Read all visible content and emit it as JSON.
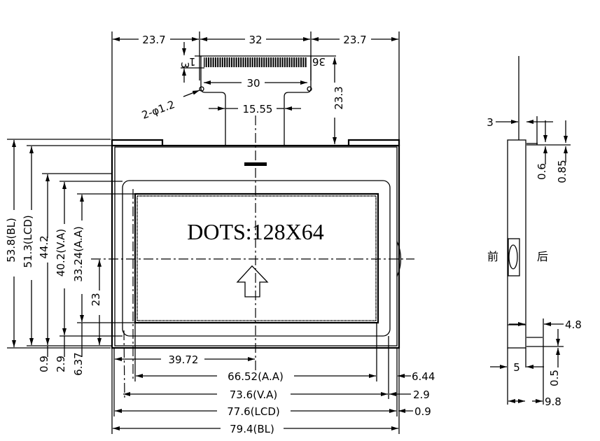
{
  "front_view": {
    "display_text": "DOTS:128X64",
    "top_dims": {
      "left": "23.7",
      "center": "32",
      "right": "23.7"
    },
    "fpc": {
      "pin_first": "1",
      "pin_last": "36",
      "pitch_height": "3",
      "hole_spacing": "30",
      "holes": "2-φ1.2",
      "tail_width": "15.55",
      "tail_length": "23.3"
    },
    "left_dims": {
      "bl": "53.8(BL)",
      "lcd": "51.3(LCD)",
      "h44": "44.2",
      "va": "40.2(V.A)",
      "aa": "33.24(A.A)",
      "center": "23",
      "off_lcd": "0.9",
      "off_va": "2.9",
      "off_aa": "6.37"
    },
    "bottom_dims": {
      "center": "39.72",
      "aa": "66.52(A.A)",
      "va": "73.6(V.A)",
      "lcd": "77.6(LCD)",
      "bl": "79.4(BL)",
      "off_aa": "6.44",
      "off_va": "2.9",
      "off_lcd": "0.9"
    }
  },
  "side_view": {
    "front_label": "前",
    "back_label": "后",
    "dims": {
      "fpc_offset": "3",
      "fpc_thick": "0.6",
      "fpc_total": "0.85",
      "bottom_offset": "4.8",
      "bottom_thick": "0.5",
      "lcd_thick": "5",
      "total_thick": "9.8"
    }
  }
}
